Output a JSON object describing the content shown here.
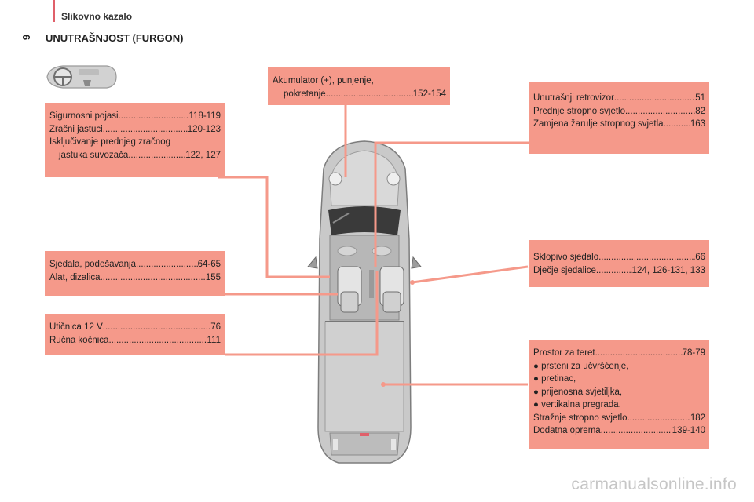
{
  "header": {
    "section_label": "Slikovno kazalo",
    "page_number": "6"
  },
  "title": "UNUTRAŠNJOST (FURGON)",
  "boxes": {
    "safety": {
      "lines": [
        {
          "label": "Sigurnosni pojasi ",
          "page": " 118-119"
        },
        {
          "label": "Zračni jastuci ",
          "page": "120-123"
        },
        {
          "label": "Isključivanje prednjeg zračnog",
          "page": ""
        },
        {
          "label": "jastuka suvozača ",
          "page": "122, 127"
        }
      ]
    },
    "battery": {
      "lines": [
        {
          "label": "Akumulator (+), punjenje,",
          "page": ""
        },
        {
          "label": "pokretanje ",
          "page": "152-154"
        }
      ]
    },
    "mirror": {
      "lines": [
        {
          "label": "Unutrašnji retrovizor ",
          "page": "51"
        },
        {
          "label": "Prednje stropno svjetlo ",
          "page": "82"
        },
        {
          "label": "Zamjena žarulje stropnog svjetla ",
          "page": "163"
        }
      ]
    },
    "seats": {
      "lines": [
        {
          "label": "Sjedala, podešavanja ",
          "page": "64-65"
        },
        {
          "label": "Alat, dizalica ",
          "page": "155"
        }
      ]
    },
    "folding": {
      "lines": [
        {
          "label": "Sklopivo sjedalo",
          "page": "66"
        },
        {
          "label": "Dječje sjedalice",
          "page": "124, 126-131, 133"
        }
      ]
    },
    "socket": {
      "lines": [
        {
          "label": "Utičnica 12 V ",
          "page": "76"
        },
        {
          "label": "Ručna kočnica ",
          "page": " 111"
        }
      ]
    },
    "cargo": {
      "lines": [
        {
          "label": "Prostor za teret ",
          "page": "78-79"
        },
        {
          "label": "● prsteni za učvršćenje,",
          "page": ""
        },
        {
          "label": "● pretinac,",
          "page": ""
        },
        {
          "label": "● prijenosna svjetiljka,",
          "page": ""
        },
        {
          "label": "● vertikalna pregrada.",
          "page": ""
        },
        {
          "label": "Stražnje stropno svjetlo ",
          "page": "182"
        },
        {
          "label": "Dodatna oprema",
          "page": "139-140"
        }
      ]
    }
  },
  "watermark": "carmanualsonline.info",
  "colors": {
    "box": "#f5998a",
    "connector": "#f5998a",
    "header_bar": "#e0606a"
  }
}
